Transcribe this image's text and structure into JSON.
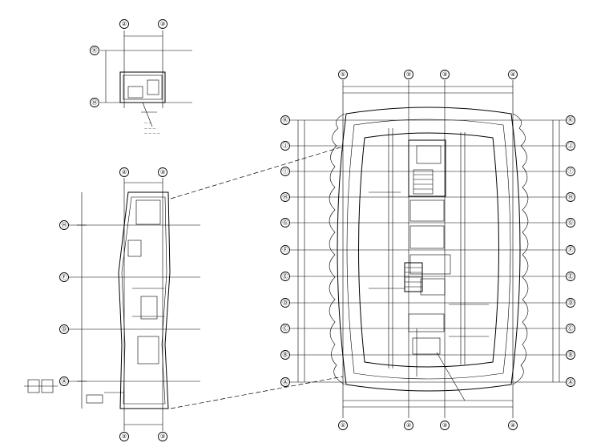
{
  "drawing": {
    "top_plan": {
      "columns": [
        "②",
        "③"
      ],
      "rows": [
        "Ⓚ",
        "Ⓗ"
      ]
    },
    "left_plan": {
      "columns": [
        "②",
        "③"
      ],
      "rows": [
        "Ⓗ",
        "Ⓕ",
        "Ⓓ",
        "Ⓐ"
      ]
    },
    "main_plan": {
      "columns": [
        "①",
        "②",
        "③",
        "④"
      ],
      "rows": [
        "Ⓚ",
        "Ⓙ",
        "Ⓘ",
        "Ⓗ",
        "Ⓖ",
        "Ⓕ",
        "Ⓔ",
        "Ⓓ",
        "Ⓒ",
        "Ⓑ",
        "Ⓐ"
      ]
    }
  }
}
